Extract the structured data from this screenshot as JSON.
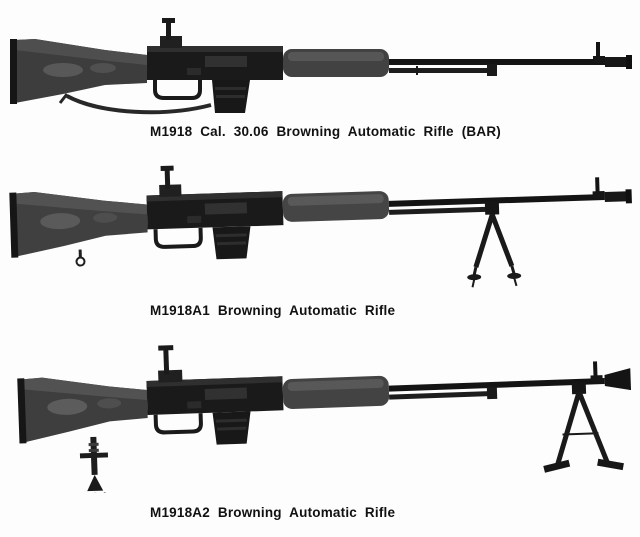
{
  "page": {
    "background": "#fdfdfd",
    "kind": "scanned reference page with three halftone photographs of Browning Automatic Rifle variants"
  },
  "figures": [
    {
      "id": "m1918",
      "image_name": "m1918-bar-photo",
      "image_description": "M1918 BAR, right-facing profile, wooden butt stock at left, box magazine below receiver, long barrel with front sight at muzzle, sling drooping below stock",
      "caption": "M1918 Cal. 30.06 Browning Automatic Rifle (BAR)"
    },
    {
      "id": "m1918a1",
      "image_name": "m1918a1-bar-photo",
      "image_description": "M1918A1 BAR, right-facing profile with spiked-foot bipod attached at the gas cylinder hanging below the barrel",
      "caption": "M1918A1 Browning Automatic Rifle"
    },
    {
      "id": "m1918a2",
      "image_name": "m1918a2-bar-photo",
      "image_description": "M1918A2 BAR, right-facing profile with skid-foot bipod at the muzzle, flash hider, and spiked monopod rest below the butt stock",
      "caption": "M1918A2 Browning Automatic Rifle"
    }
  ]
}
